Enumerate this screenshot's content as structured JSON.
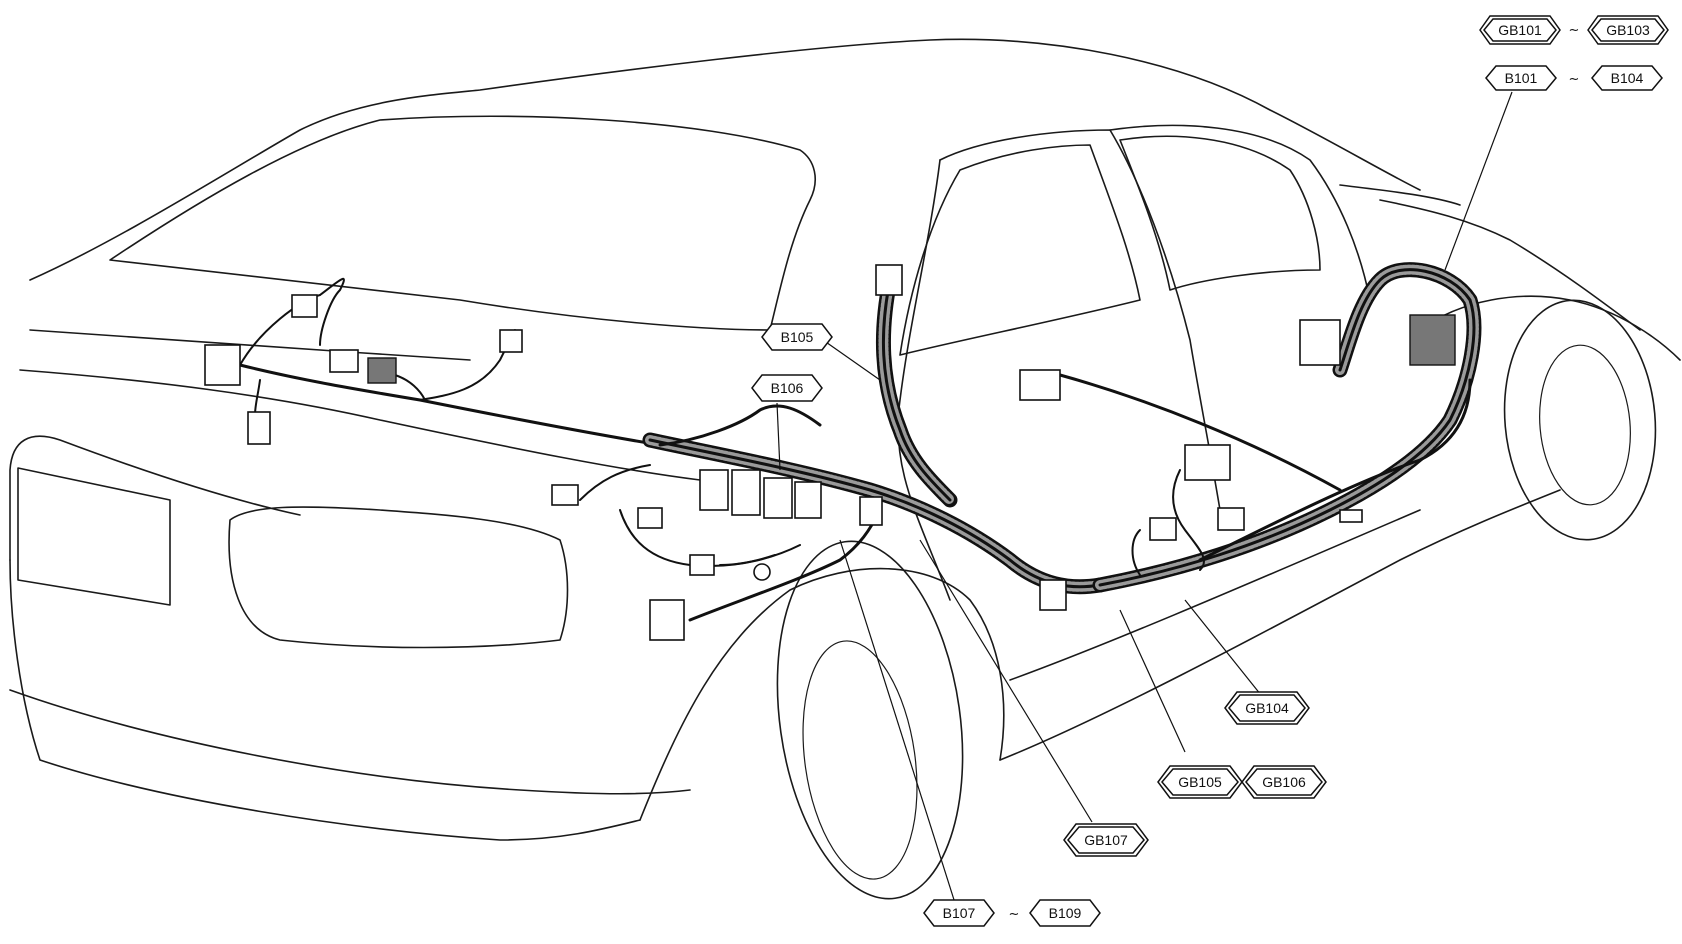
{
  "figure": "Body wiring harness routing (rear body, left side)",
  "labels": {
    "gb101": "GB101",
    "gb103": "GB103",
    "b101": "B101",
    "b104": "B104",
    "b105": "B105",
    "b106": "B106",
    "gb104": "GB104",
    "gb105": "GB105",
    "gb106": "GB106",
    "gb107": "GB107",
    "b107": "B107",
    "b109": "B109",
    "range_tilde": "~"
  },
  "colors": {
    "line": "#111111",
    "harness_fill": "#9a9a9a",
    "background": "#ffffff"
  }
}
